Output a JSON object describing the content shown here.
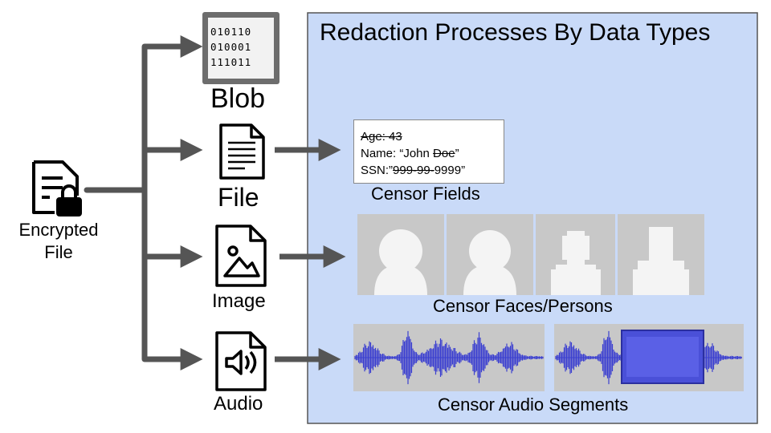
{
  "title": "Redaction Processes By Data Types",
  "source": {
    "label_line1": "Encrypted",
    "label_line2": "File"
  },
  "data_types": {
    "blob": {
      "label": "Blob",
      "bits": [
        "010110",
        "010001",
        "111011"
      ]
    },
    "file": {
      "label": "File"
    },
    "image": {
      "label": "Image"
    },
    "audio": {
      "label": "Audio"
    }
  },
  "censor_fields": {
    "caption": "Censor Fields",
    "age_redacted": "Age: 43",
    "name_prefix": "Name: “John ",
    "name_redacted": "Doe",
    "name_suffix": "”",
    "ssn_prefix": "SSN:”",
    "ssn_redacted": "999-99-",
    "ssn_suffix": "9999”"
  },
  "censor_faces": {
    "caption": "Censor Faces/Persons"
  },
  "censor_audio": {
    "caption": "Censor Audio Segments"
  },
  "colors": {
    "panel_fill": "#c9daf8",
    "panel_border": "#555555",
    "arrow": "#555555",
    "waveform": "#3b3fd0",
    "muted_segment": "#4a50d8",
    "thumb_bg": "#c8c8c8"
  }
}
